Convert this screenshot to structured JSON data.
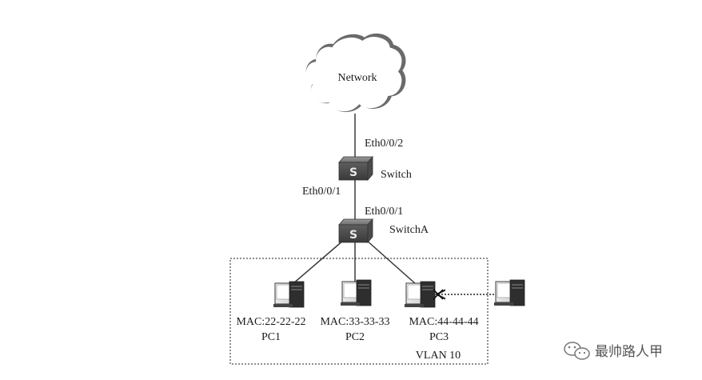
{
  "cloud": {
    "label": "Network"
  },
  "switch_top": {
    "port_up": "Eth0/0/2",
    "name": "Switch",
    "icon_letter": "S"
  },
  "switch_a": {
    "port_down_of_switch": "Eth0/0/1",
    "port_up": "Eth0/0/1",
    "name": "SwitchA",
    "icon_letter": "S"
  },
  "pcs": [
    {
      "mac": "MAC:22-22-22",
      "name": "PC1"
    },
    {
      "mac": "MAC:33-33-33",
      "name": "PC2"
    },
    {
      "mac": "MAC:44-44-44",
      "name": "PC3"
    }
  ],
  "vlan": {
    "label": "VLAN 10"
  },
  "watermark": {
    "text": "最帅路人甲"
  },
  "colors": {
    "line": "#3a3a3a",
    "device": "#555555",
    "background": "#ffffff"
  }
}
